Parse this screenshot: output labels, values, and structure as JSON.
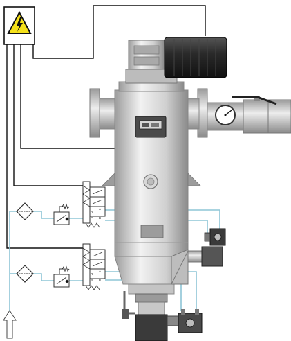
{
  "diagram": {
    "warning_sign": {
      "icon": "high-voltage-icon"
    },
    "valve_ports": {
      "upper": {
        "a": "A",
        "b": "B",
        "p": "P",
        "r": "R"
      },
      "lower": {
        "a": "A",
        "b": "B",
        "p": "P",
        "r": "R"
      }
    },
    "colors": {
      "steel_light": "#e6e6e6",
      "steel_mid": "#bdbdbd",
      "steel_dark": "#6e6e6e",
      "motor": "#2b2b2b",
      "wire": "#111111",
      "air_line": "#8ec5d6",
      "sign_yellow": "#f5e11a"
    }
  }
}
